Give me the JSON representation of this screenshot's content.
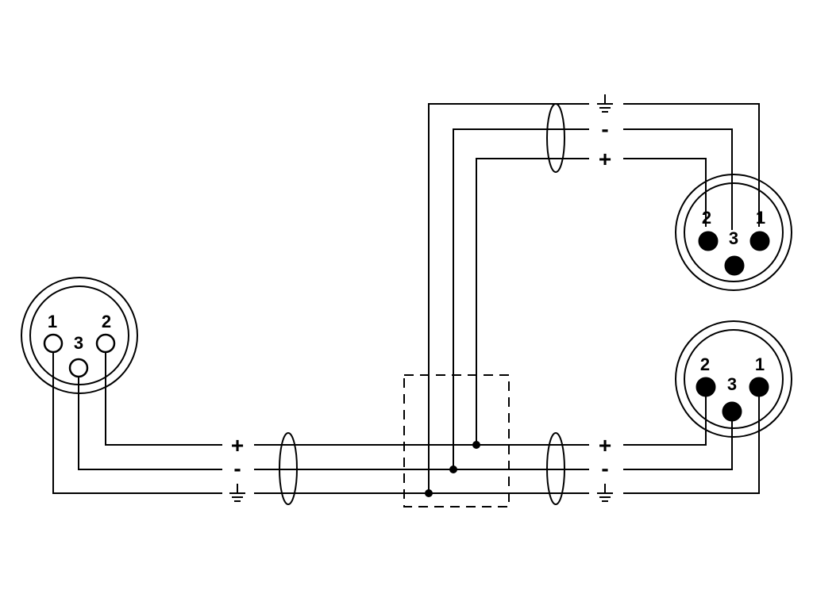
{
  "labels": {
    "signal_plus": "+",
    "signal_minus": "-"
  },
  "connectors": {
    "input": {
      "type": "female",
      "pin1": "1",
      "pin2": "2",
      "pin3": "3"
    },
    "output_top": {
      "type": "male",
      "pin1": "1",
      "pin2": "2",
      "pin3": "3"
    },
    "output_bottom": {
      "type": "male",
      "pin1": "1",
      "pin2": "2",
      "pin3": "3"
    }
  },
  "icons": {
    "ground": "ground-symbol-icon",
    "shield": "cable-shield-icon",
    "splice": "splice-junction-box"
  }
}
